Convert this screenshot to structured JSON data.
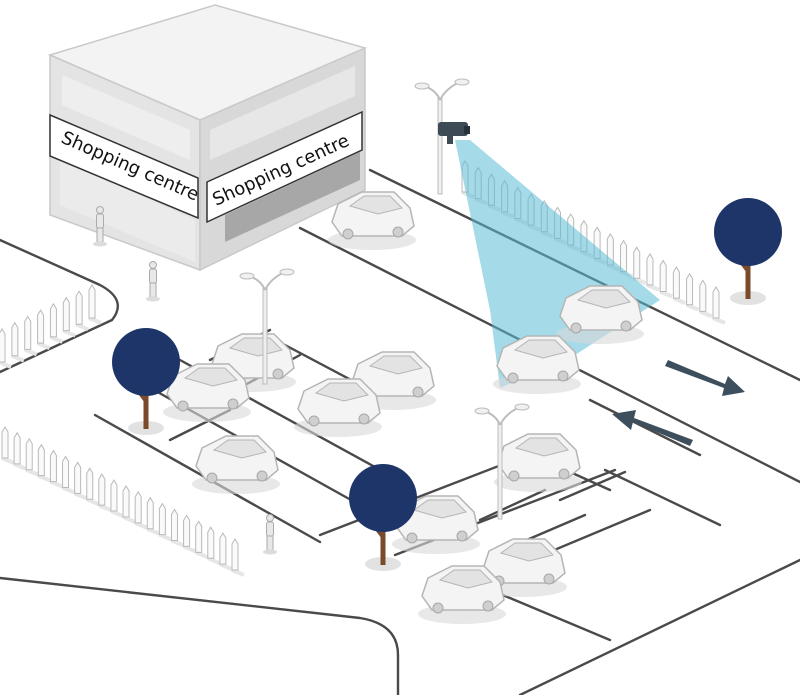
{
  "signs": {
    "left": "Shopping centre",
    "right": "Shopping centre"
  },
  "icons": [
    "shopping-centre-building",
    "cctv-camera-icon",
    "street-lamp",
    "tree",
    "car",
    "pedestrian",
    "picket-fence",
    "traffic-arrow-icon"
  ],
  "colors": {
    "background": "#ffffff",
    "road_line": "#4a4a4a",
    "building": "#e6e6e6",
    "building_dark": "#c8c8c8",
    "tree_canopy": "#1d3569",
    "tree_trunk": "#7a4a2a",
    "camera_beam": "#5bbcd6",
    "arrow": "#3d4f5c",
    "car": "#f2f2f2",
    "car_outline": "#b8b8b8"
  }
}
